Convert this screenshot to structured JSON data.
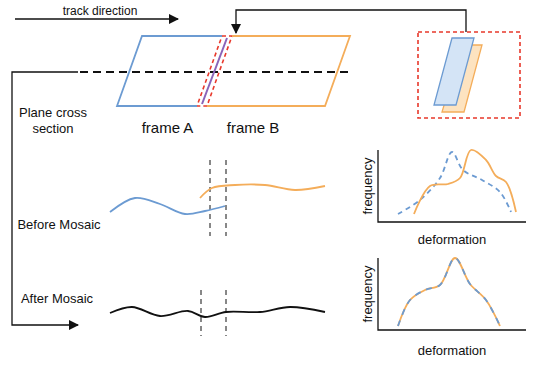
{
  "diagram": {
    "nodes": [
      {
        "text": [
          "frame A"
        ]
      },
      {
        "text": [
          "frame B"
        ]
      }
    ],
    "labels": [
      "track direction",
      "Plane cross section",
      "Before Mosaic",
      "After Mosaic",
      "frequency",
      "deformation",
      "frequency",
      "deformation"
    ]
  }
}
